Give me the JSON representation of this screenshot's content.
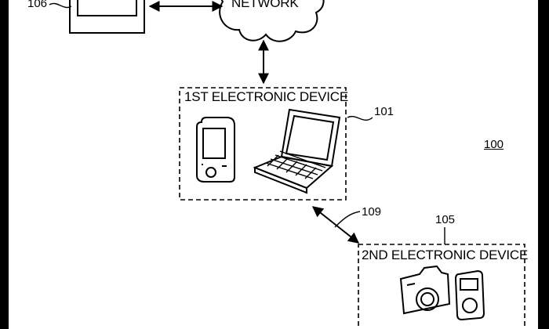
{
  "network": {
    "label": "NETWORK"
  },
  "devices": {
    "first": {
      "title": "1ST ELECTRONIC DEVICE",
      "ref": "101"
    },
    "second": {
      "title": "2ND ELECTRONIC DEVICE",
      "ref": "105"
    }
  },
  "refs": {
    "server_box": "106",
    "link": "109",
    "system": "100"
  },
  "icons": [
    "pda-icon",
    "laptop-icon",
    "camera-icon",
    "media-player-icon",
    "cloud-icon"
  ]
}
